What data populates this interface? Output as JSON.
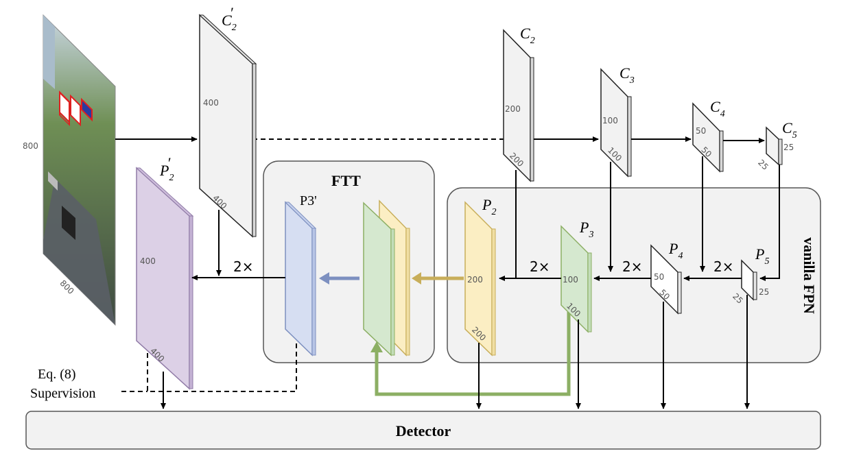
{
  "input_image": {
    "size_h": "800",
    "size_w": "800"
  },
  "maps": {
    "c2p": {
      "title": "C",
      "sub": "2",
      "prime": "′",
      "d1": "400",
      "d2": "400"
    },
    "p2p": {
      "title": "P",
      "sub": "2",
      "prime": "′",
      "d1": "400",
      "d2": "400"
    },
    "c2": {
      "title": "C",
      "sub": "2",
      "d1": "200",
      "d2": "200"
    },
    "c3": {
      "title": "C",
      "sub": "3",
      "d1": "100",
      "d2": "100"
    },
    "c4": {
      "title": "C",
      "sub": "4",
      "d1": "50",
      "d2": "50"
    },
    "c5": {
      "title": "C",
      "sub": "5",
      "d1": "25",
      "d2": "25"
    },
    "p2": {
      "title": "P",
      "sub": "2",
      "d1": "200",
      "d2": "200"
    },
    "p3": {
      "title": "P",
      "sub": "3",
      "d1": "100",
      "d2": "100"
    },
    "p4": {
      "title": "P",
      "sub": "4",
      "d1": "50",
      "d2": "50"
    },
    "p5": {
      "title": "P",
      "sub": "5",
      "d1": "25",
      "d2": "25"
    },
    "p3p": {
      "title": "P3'"
    }
  },
  "ftt": {
    "title": "FTT"
  },
  "fpn": {
    "title": "vanilla FPN"
  },
  "upsample": {
    "label1": "2×",
    "label2": "2×",
    "label3": "2×",
    "label4": "2×"
  },
  "supervision": {
    "eq": "Eq. (8)",
    "label": "Supervision"
  },
  "detector": {
    "label": "Detector"
  },
  "colors": {
    "gray_map": "#f2f2f2",
    "purple_map": "#dcd0e6",
    "blue_map": "#d6def2",
    "green_map": "#d5e8cf",
    "yellow_map": "#fbeec3",
    "green_arrow": "#8caf64",
    "yellow_arrow": "#c8ae5a",
    "blue_arrow": "#7d90c0"
  }
}
